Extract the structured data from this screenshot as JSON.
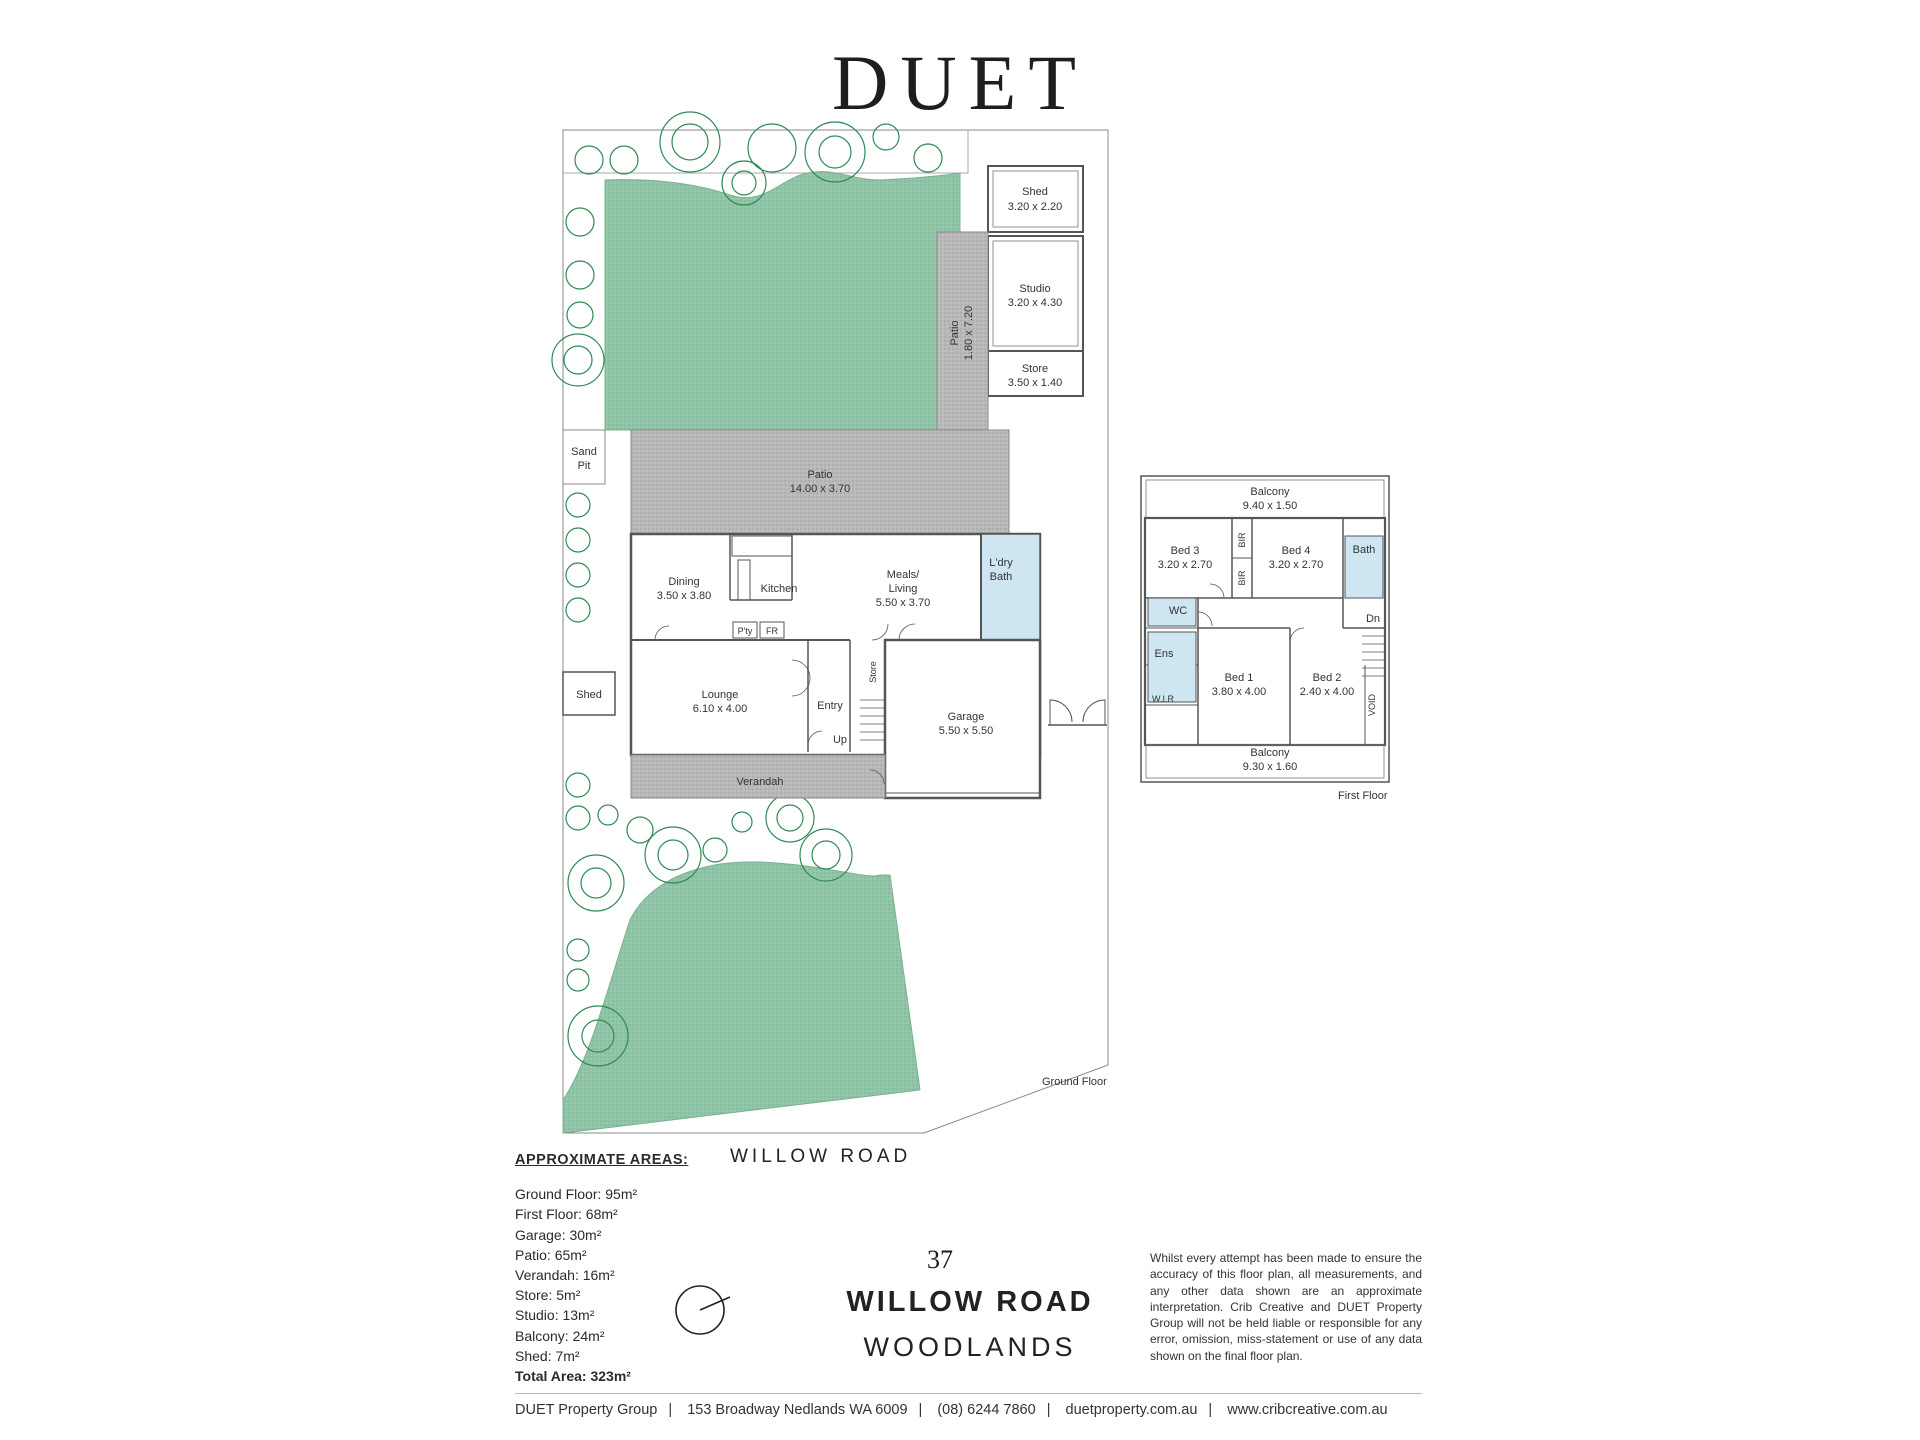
{
  "brand": "DUET",
  "street_label": "WILLOW ROAD",
  "floor_labels": {
    "ground": "Ground Floor",
    "first": "First Floor"
  },
  "ground_floor": {
    "shed_rear": {
      "name": "Shed",
      "dims": "3.20 x 2.20"
    },
    "studio": {
      "name": "Studio",
      "dims": "3.20 x 4.30"
    },
    "store_rear": {
      "name": "Store",
      "dims": "3.50 x 1.40"
    },
    "patio_side": {
      "name": "Patio",
      "dims": "1.80 x 7.20"
    },
    "sand_pit": {
      "line1": "Sand",
      "line2": "Pit"
    },
    "patio_main": {
      "name": "Patio",
      "dims": "14.00 x 3.70"
    },
    "dining": {
      "name": "Dining",
      "dims": "3.50 x 3.80"
    },
    "kitchen": {
      "name": "Kitchen"
    },
    "meals_living": {
      "line1": "Meals/",
      "line2": "Living",
      "dims": "5.50 x 3.70"
    },
    "laundry_bath": {
      "line1": "L'dry",
      "line2": "Bath"
    },
    "pantry": "P'ty",
    "fridge": "FR",
    "lounge": {
      "name": "Lounge",
      "dims": "6.10 x 4.00"
    },
    "entry": "Entry",
    "store_internal": "Store",
    "up": "Up",
    "garage": {
      "name": "Garage",
      "dims": "5.50 x 5.50"
    },
    "verandah": "Verandah",
    "shed_side": "Shed"
  },
  "first_floor": {
    "balcony_top": {
      "name": "Balcony",
      "dims": "9.40 x 1.50"
    },
    "bed3": {
      "name": "Bed 3",
      "dims": "3.20 x 2.70"
    },
    "bir": "BIR",
    "bed4": {
      "name": "Bed 4",
      "dims": "3.20 x 2.70"
    },
    "bath": "Bath",
    "wc": "WC",
    "dn": "Dn",
    "ens": "Ens",
    "bed1": {
      "name": "Bed 1",
      "dims": "3.80 x 4.00"
    },
    "bed2": {
      "name": "Bed 2",
      "dims": "2.40 x 4.00"
    },
    "wir": "W.I.R",
    "void": "VOID",
    "balcony_bottom": {
      "name": "Balcony",
      "dims": "9.30 x 1.60"
    }
  },
  "areas": {
    "title": "APPROXIMATE AREAS:",
    "items": [
      "Ground Floor: 95m²",
      "First Floor: 68m²",
      "Garage: 30m²",
      "Patio: 65m²",
      "Verandah: 16m²",
      "Store: 5m²",
      "Studio: 13m²",
      "Balcony: 24m²",
      "Shed: 7m²"
    ],
    "total": "Total Area: 323m²"
  },
  "address": {
    "number": "37",
    "line1": "WILLOW ROAD",
    "line2": "WOODLANDS"
  },
  "disclaimer": "Whilst every attempt has been made to ensure the accuracy of this floor plan, all measurements, and any other data shown are an approximate interpretation. Crib Creative and DUET Property Group will not be held liable or responsible for any error, omission, miss-statement or use of any data shown on the final floor plan.",
  "footer": [
    "DUET Property Group",
    "153 Broadway Nedlands WA 6009",
    "(08) 6244 7860",
    "duetproperty.com.au",
    "www.cribcreative.com.au"
  ],
  "colors": {
    "lawn": "#8fc4a6",
    "paving": "#b5b5b5",
    "wet_area": "#cde6f2",
    "tree": "#2f8a55",
    "wall": "#555555"
  }
}
